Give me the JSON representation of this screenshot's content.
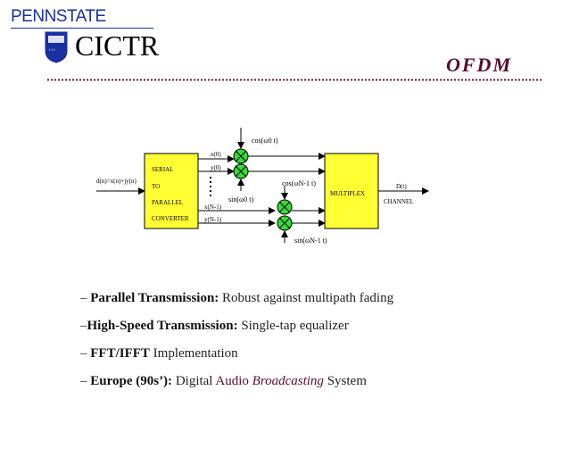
{
  "header": {
    "university": "PENNSTATE",
    "center": "CICTR",
    "title": "OFDM"
  },
  "diagram": {
    "input_label": "d(n)=x(n)+jy(n)",
    "converter_lines": [
      "SERIAL",
      "TO",
      "PARALLEL",
      "CONVERTER"
    ],
    "branch_labels": [
      "x(0)",
      "y(0)",
      "x(N-1)",
      "y(N-1)"
    ],
    "carrier_labels": {
      "cos0": "cos(ω0 t)",
      "sin0": "sin(ω0 t)",
      "cosN": "cos(ωN-1 t)",
      "sinN": "sin(ωN-1 t)"
    },
    "mux_label": "MULTIPLEX",
    "output_label": "D(t)",
    "channel_label": "CHANNEL",
    "colors": {
      "block": "#ffff33",
      "mixer": "#33dd33"
    }
  },
  "bullets": [
    {
      "dash": "– ",
      "bold": "Parallel Transmission:",
      "text": " Robust against multipath fading"
    },
    {
      "dash": "–",
      "bold": "High-Speed Transmission:",
      "text": "  Single-tap equalizer"
    },
    {
      "dash": "– ",
      "bold": "FFT/IFFT",
      "text": " Implementation"
    },
    {
      "dash": "– ",
      "bold": "Europe (90s’):",
      "text_pre": " Digital ",
      "text_purple": "Audio ",
      "text_italic": "Broadcasting",
      "text_post": " System"
    }
  ]
}
